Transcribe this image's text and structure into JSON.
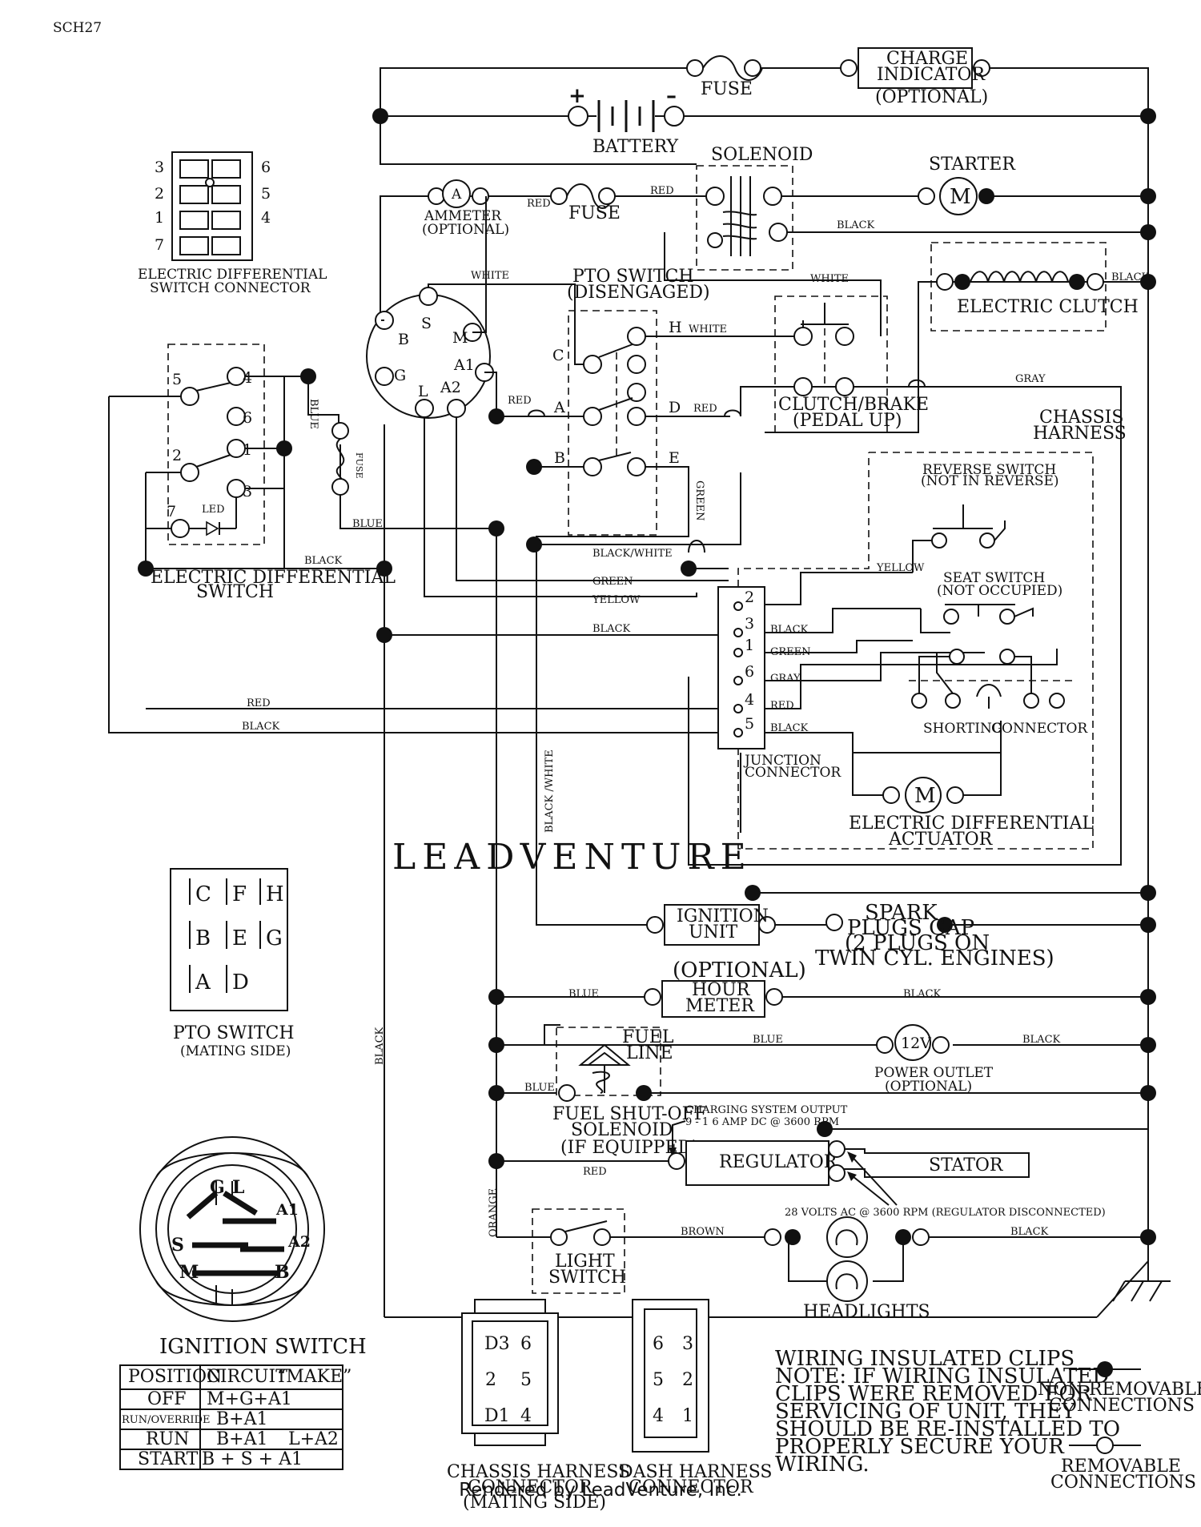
{
  "page_code": "SCH27",
  "footer": "Rendered by LeadVenture, Inc.",
  "watermark": "LEADVENTURE",
  "top": {
    "fuse": "FUSE",
    "charge_indicator_line1": "CHARGE",
    "charge_indicator_line2": "INDICATOR",
    "charge_optional": "(OPTIONAL)",
    "battery": "BATTERY",
    "battery_plus": "+",
    "battery_minus": "–",
    "solenoid": "SOLENOID",
    "starter": "STARTER",
    "starter_symbol": "M",
    "ammeter_symbol": "A",
    "ammeter": "AMMETER",
    "ammeter_optional": "(OPTIONAL)",
    "fuse2": "FUSE",
    "electric_clutch": "ELECTRIC CLUTCH"
  },
  "wires": {
    "red": "RED",
    "black": "BLACK",
    "white": "WHITE",
    "blue": "BLUE",
    "gray": "GRAY",
    "green": "GREEN",
    "yellow": "YELLOW",
    "black_white": "BLACK/WHITE",
    "black_white_vertical": "BLACK /WHITE",
    "brown": "BROWN",
    "orange": "ORANGE",
    "fuse_small": "FUSE"
  },
  "pto_switch": {
    "title_line1": "PTO SWITCH",
    "title_line2": "(DISENGAGED)",
    "terminals": [
      "C",
      "H",
      "A",
      "D",
      "B",
      "E"
    ]
  },
  "ignition_terminals": [
    "S",
    "M",
    "B",
    "A1",
    "G",
    "L",
    "A2"
  ],
  "clutch_brake": {
    "line1": "CLUTCH/BRAKE",
    "line2": "(PEDAL UP)"
  },
  "chassis_harness": {
    "line1": "CHASSIS",
    "line2": "HARNESS"
  },
  "reverse_switch": {
    "line1": "REVERSE SWITCH",
    "line2": "(NOT IN REVERSE)"
  },
  "seat_switch": {
    "line1": "SEAT SWITCH",
    "line2": "(NOT OCCUPIED)"
  },
  "shorting_connector": {
    "left": "SHORTING",
    "right": "CONNECTOR"
  },
  "junction_connector": {
    "line1": "JUNCTION",
    "line2": "CONNECTOR",
    "pins": [
      "2",
      "3",
      "1",
      "6",
      "4",
      "5"
    ],
    "wire_labels": [
      "BLACK",
      "GREEN",
      "GRAY",
      "RED",
      "BLACK"
    ]
  },
  "diff_actuator": {
    "symbol": "M",
    "line1": "ELECTRIC DIFFERENTIAL",
    "line2": "ACTUATOR"
  },
  "diff_switch_connector": {
    "line1": "ELECTRIC DIFFERENTIAL",
    "line2": "SWITCH CONNECTOR",
    "pins_left": [
      "3",
      "2",
      "1",
      "7"
    ],
    "pins_right": [
      "6",
      "5",
      "4"
    ]
  },
  "diff_switch": {
    "line1": "ELECTRIC DIFFERENTIAL",
    "line2": "SWITCH",
    "led": "LED",
    "pins": [
      "5",
      "4",
      "6",
      "1",
      "2",
      "3",
      "7"
    ]
  },
  "pto_mating": {
    "title": "PTO SWITCH",
    "subtitle": "(MATING SIDE)",
    "rows": [
      [
        "C",
        "F",
        "H"
      ],
      [
        "B",
        "E",
        "G"
      ],
      [
        "A",
        "D"
      ]
    ]
  },
  "ignition_unit": {
    "line1": "IGNITION",
    "line2": "UNIT"
  },
  "spark_plugs": {
    "line1": "SPARK",
    "line2": "PLUGS GAP",
    "line3": "(2 PLUGS ON",
    "line4": "TWIN CYL. ENGINES)"
  },
  "hour_meter": {
    "optional": "(OPTIONAL)",
    "line1": "HOUR",
    "line2": "METER"
  },
  "fuel": {
    "line_label1": "FUEL",
    "line_label2": "LINE",
    "solenoid1": "FUEL SHUT-OFF",
    "solenoid2": "SOLENOID",
    "solenoid3": "(IF EQUIPPED)"
  },
  "power_outlet": {
    "symbol": "12V",
    "line1": "POWER OUTLET",
    "line2": "(OPTIONAL)"
  },
  "charging": {
    "line1": "CHARGING SYSTEM OUTPUT",
    "line2": "9 - 1 6 AMP DC @ 3600 RPM",
    "regulator": "REGULATOR",
    "stator": "STATOR",
    "ac_note": "28 VOLTS AC @ 3600 RPM (REGULATOR DISCONNECTED)"
  },
  "light_switch": {
    "line1": "LIGHT",
    "line2": "SWITCH"
  },
  "headlights": "HEADLIGHTS",
  "ignition_switch": {
    "title": "IGNITION SWITCH",
    "face_labels": [
      "G",
      "L",
      "A1",
      "A2",
      "S",
      "M",
      "B"
    ],
    "table_headers": [
      "POSITION",
      "CIRCUIT",
      "“MAKE”"
    ],
    "table_rows": [
      [
        "OFF",
        "M+G+A1",
        ""
      ],
      [
        "RUN/OVERRIDE",
        "B+A1",
        ""
      ],
      [
        "RUN",
        "B+A1",
        "L+A2"
      ],
      [
        "START",
        "B + S + A1",
        ""
      ]
    ]
  },
  "chassis_harness_connector": {
    "line1": "CHASSIS HARNESS",
    "line2": "CONNECTOR",
    "line3": "(MATING SIDE)",
    "pins": [
      "D3",
      "6",
      "2",
      "5",
      "D1",
      "4"
    ]
  },
  "dash_harness_connector": {
    "line1": "DASH HARNESS",
    "line2": "CONNECTOR",
    "pins": [
      "6",
      "3",
      "5",
      "2",
      "4",
      "1"
    ]
  },
  "note": {
    "title": "WIRING INSULATED CLIPS",
    "lines": [
      "NOTE:  IF WIRING INSULATED",
      "CLIPS WERE REMOVED FOR",
      "SERVICING OF UNIT, THEY",
      "SHOULD BE RE-INSTALLED TO",
      "PROPERLY SECURE YOUR",
      "WIRING."
    ]
  },
  "legend": {
    "nonremovable1": "NON-REMOVABLE",
    "nonremovable2": "CONNECTIONS",
    "removable1": "REMOVABLE",
    "removable2": "CONNECTIONS"
  }
}
